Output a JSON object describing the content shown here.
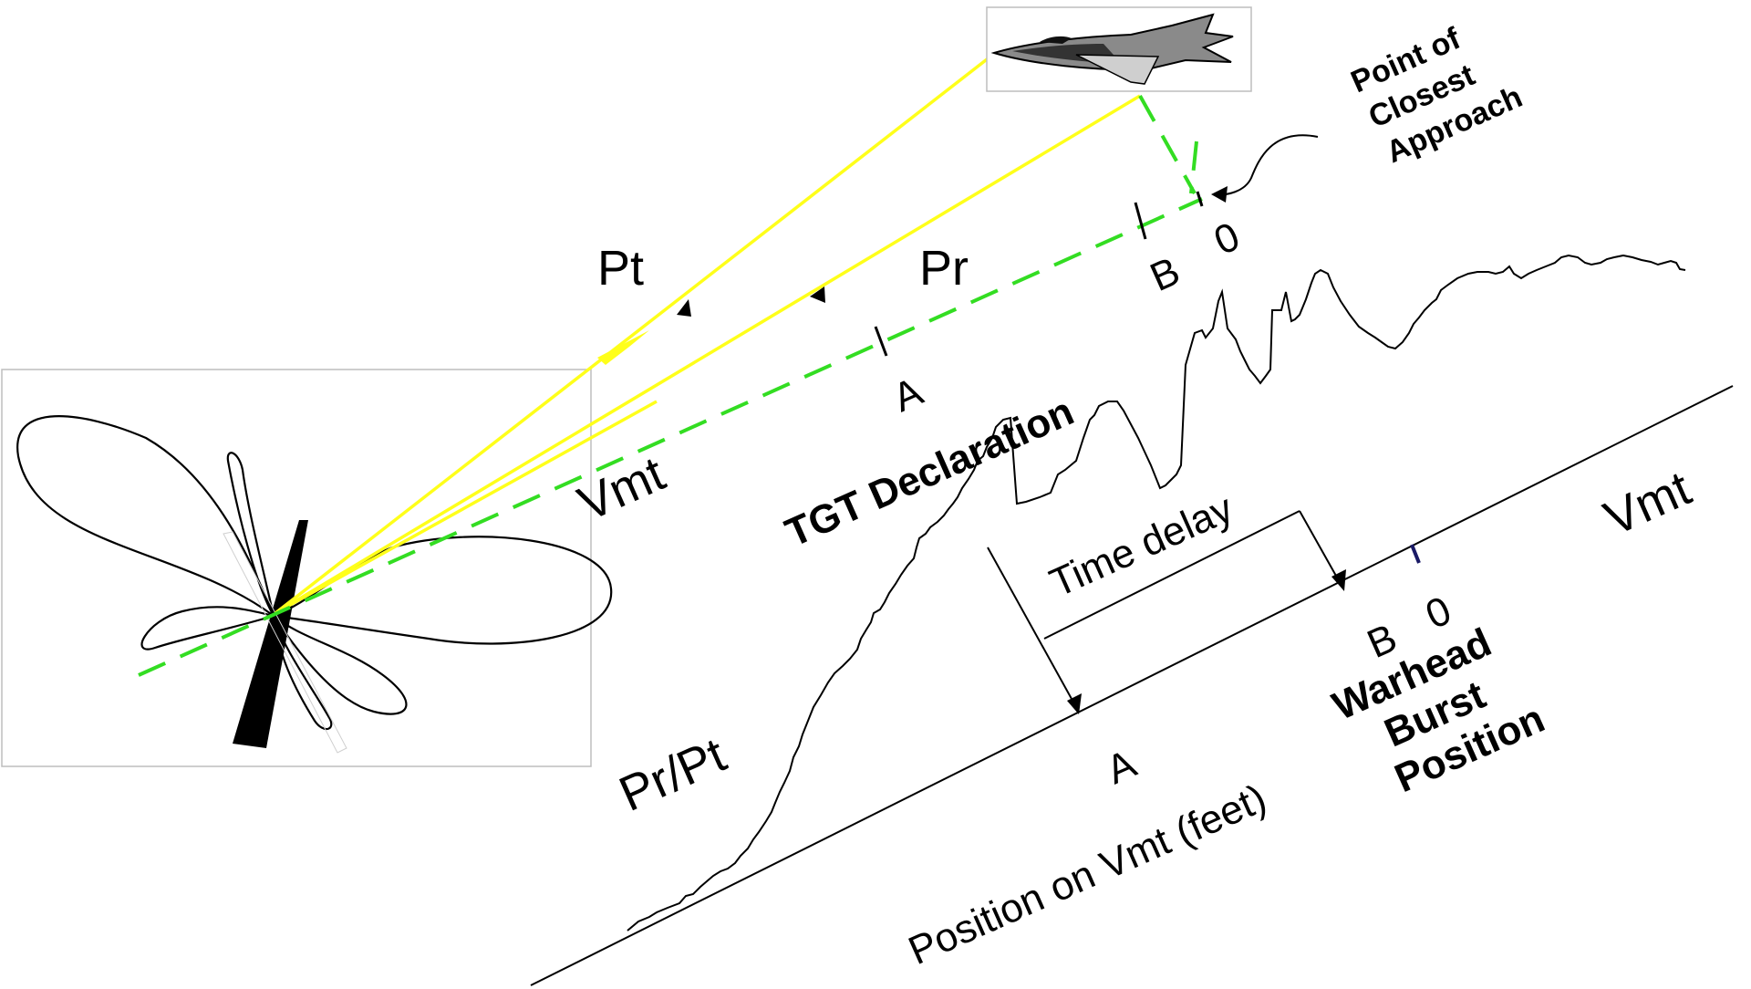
{
  "labels": {
    "pt": "Pt",
    "pr": "Pr",
    "vmt_upper": "Vmt",
    "vmt_lower": "Vmt",
    "a_upper": "A",
    "b_upper": "B",
    "zero_upper": "0",
    "a_lower": "A",
    "b_lower": "B",
    "zero_lower": "0",
    "tgt_declaration": "TGT Declaration",
    "time_delay": "Time delay",
    "pr_pt": "Pr/Pt",
    "position_on_vmt": "Position on Vmt (feet)",
    "point_of_closest_approach": [
      "Point of",
      "Closest",
      "Approach"
    ],
    "warhead_burst_position": [
      "Warhead",
      "Burst",
      "Position"
    ]
  },
  "colors": {
    "yellow_beam": "#ffff1a",
    "green_dashed": "#33dd22",
    "burst_tick": "#1a1a66",
    "line": "#000000"
  },
  "icons": {
    "aircraft": "fighter-jet-icon",
    "antenna_pattern": "radiation-pattern-icon"
  }
}
